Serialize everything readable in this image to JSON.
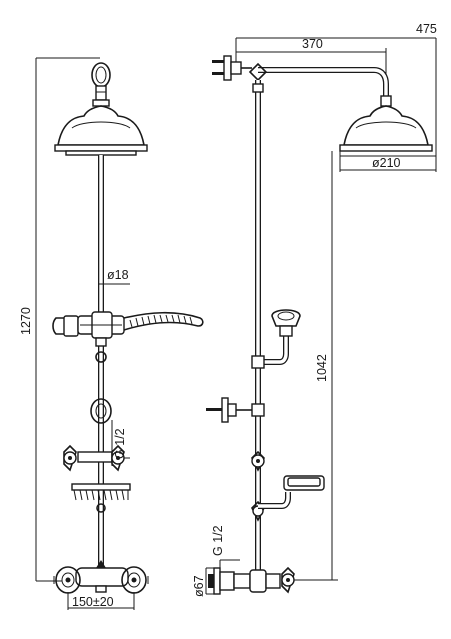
{
  "dimensions": {
    "overall_width": "475",
    "arm_length": "370",
    "head_diameter": "ø210",
    "total_height": "1270",
    "pipe_diameter": "ø18",
    "head_to_outlet": "1042",
    "thread_front": "G 1/2",
    "thread_side": "G 1/2",
    "inlet_spacing": "150±20",
    "escutcheon_diameter": "ø67"
  }
}
